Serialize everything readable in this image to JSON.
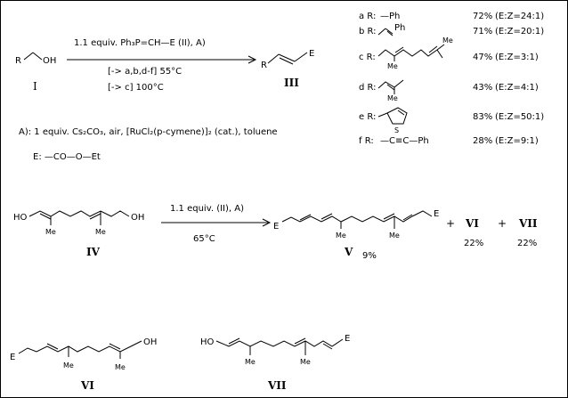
{
  "scheme1": {
    "reactant_r": "R",
    "reactant_oh": "OH",
    "reactant_label": "I",
    "reagent_line": "1.1 equiv. Ph₃P=CH—E (II), A)",
    "condition_1": "[-> a,b,d-f] 55°C",
    "condition_2": "[-> c] 100°C",
    "product_r": "R",
    "product_e": "E",
    "product_label": "III"
  },
  "conditions_note": "A): 1 equiv. Cs₂CO₃, air, [RuCl₂(p-cymene)]₂ (cat.), toluene",
  "e_definition": "E: —CO—O—Et",
  "substituents": [
    {
      "id": "a",
      "label": "a R:",
      "group": "—Ph",
      "yield": "72%",
      "ratio": "(E:Z=24:1)"
    },
    {
      "id": "b",
      "label": "b R:",
      "group": "Ph",
      "yield": "71%",
      "ratio": "(E:Z=20:1)"
    },
    {
      "id": "c",
      "label": "c R:",
      "group": "Me",
      "yield": "47%",
      "ratio": "(E:Z=3:1)"
    },
    {
      "id": "d",
      "label": "d R:",
      "group": "Me",
      "yield": "43%",
      "ratio": "(E:Z=4:1)"
    },
    {
      "id": "e",
      "label": "e R:",
      "group": "S",
      "yield": "83%",
      "ratio": "(E:Z=50:1)"
    },
    {
      "id": "f",
      "label": "f R:",
      "group": "—C≡C—Ph",
      "yield": "28%",
      "ratio": "(E:Z=9:1)"
    }
  ],
  "scheme2": {
    "reactant_label": "IV",
    "reagent_line": "1.1 equiv. (II), A)",
    "temperature": "65°C",
    "product_v_label": "V",
    "product_v_yield": "9%",
    "plus_1": "+",
    "product_vi": "VI",
    "product_vi_yield": "22%",
    "plus_2": "+",
    "product_vii": "VII",
    "product_vii_yield": "22%"
  },
  "atom_labels": {
    "ho": "HO",
    "oh": "OH",
    "me": "Me",
    "e": "E"
  },
  "structures": {
    "vi_label": "VI",
    "vii_label": "VII"
  }
}
